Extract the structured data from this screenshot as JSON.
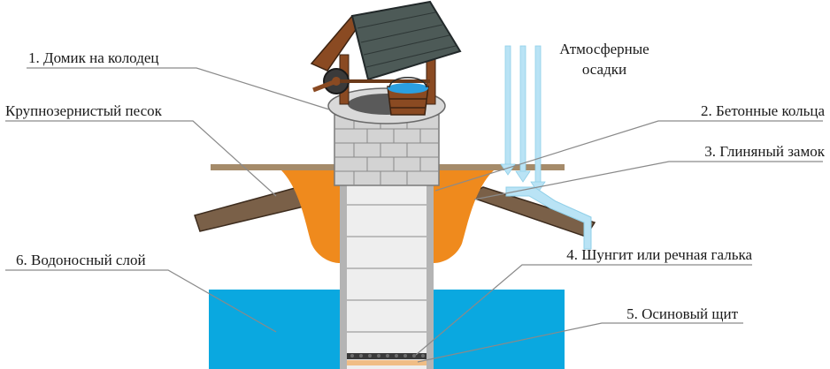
{
  "labels": {
    "house": "1. Домик на колодец",
    "sand": "Крупнозернистый песок",
    "aquifer": "6. Водоносный слой",
    "precipitation_line1": "Атмосферные",
    "precipitation_line2": "осадки",
    "rings": "2. Бетонные кольца",
    "clay_lock": "3. Глиняный замок",
    "gravel": "4. Шунгит или речная галька",
    "shield": "5. Осиновый щит"
  },
  "colors": {
    "ground": "#a58b6a",
    "clay": "#ef8a1d",
    "water": "#0aa8e0",
    "pipe": "#b9e3f5",
    "roof": "#4d5a57",
    "wood": "#8a4a22",
    "brick": "#d3d3d3"
  }
}
